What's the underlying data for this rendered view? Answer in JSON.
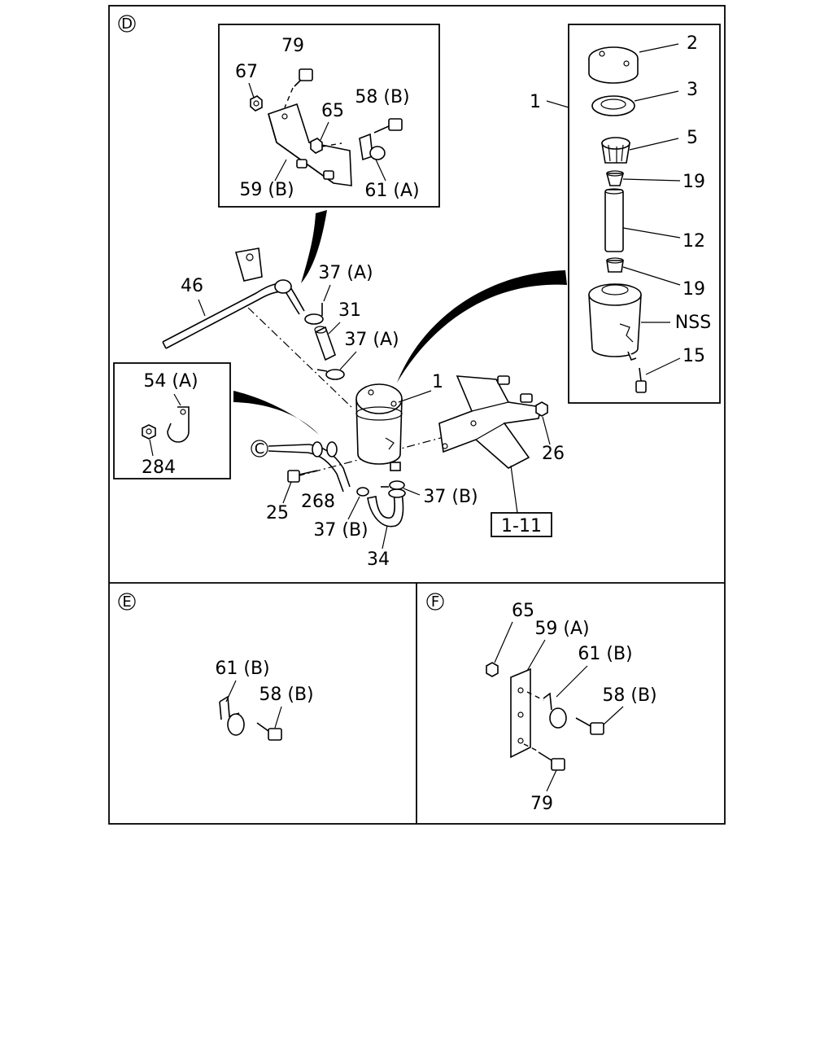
{
  "sections": {
    "d": {
      "marker": "D"
    },
    "e": {
      "marker": "E"
    },
    "f": {
      "marker": "F"
    }
  },
  "labels": {
    "inset_top": [
      "79",
      "67",
      "65",
      "58 (B)",
      "59 (B)",
      "61 (A)"
    ],
    "inset_left": [
      "54 (A)",
      "284"
    ],
    "inset_right": [
      "2",
      "3",
      "1",
      "5",
      "19",
      "12",
      "19",
      "NSS",
      "15"
    ],
    "main": [
      "46",
      "37 (A)",
      "31",
      "37 (A)",
      "1",
      "C",
      "26",
      "25",
      "268",
      "37 (B)",
      "37 (B)",
      "34",
      "1-11"
    ],
    "section_e": [
      "61 (B)",
      "58 (B)"
    ],
    "section_f": [
      "65",
      "59 (A)",
      "61 (B)",
      "58 (B)",
      "79"
    ]
  }
}
